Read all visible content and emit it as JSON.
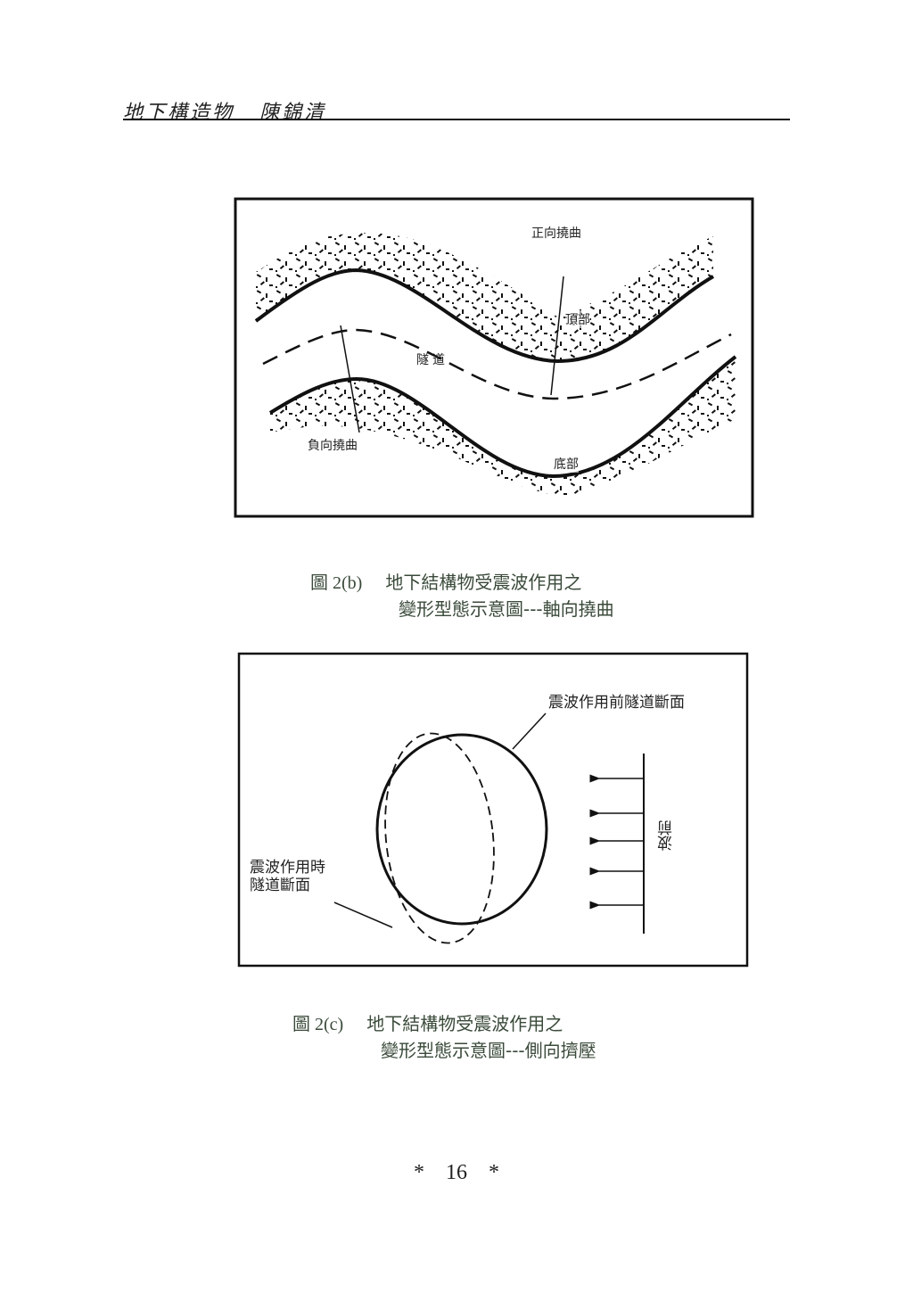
{
  "header": {
    "book_title": "地下構造物",
    "author": "陳錦清"
  },
  "figure_b": {
    "labels": {
      "positive_bending": "正向撓曲",
      "crown": "頂部",
      "tunnel": "隧道",
      "negative_bending": "負向撓曲",
      "invert": "底部"
    },
    "caption_number": "圖 2(b)",
    "caption_line1": "地下結構物受震波作用之",
    "caption_line2": "變形型態示意圖---軸向撓曲"
  },
  "figure_c": {
    "labels": {
      "before": "震波作用前隧道斷面",
      "during_line1": "震波作用時",
      "during_line2": "隧道斷面",
      "wavefront": "波前"
    },
    "caption_number": "圖 2(c)",
    "caption_line1": "地下結構物受震波作用之",
    "caption_line2": "變形型態示意圖---側向擠壓"
  },
  "page_number": "* 16 *"
}
